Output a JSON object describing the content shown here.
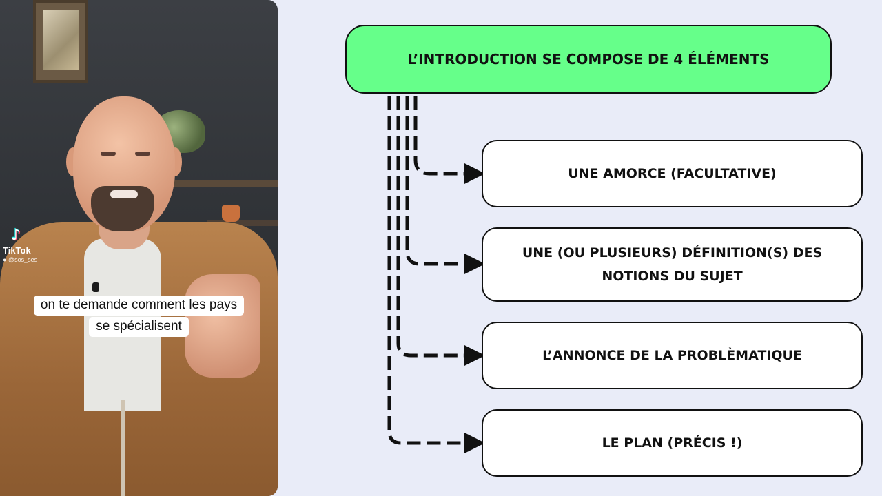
{
  "video": {
    "platform": "TikTok",
    "handle": "@sos_ses",
    "caption_line1": "on te demande comment les pays",
    "caption_line2": "se spécialisent"
  },
  "diagram": {
    "title": "L’introduction se compose de 4 éléments",
    "items": [
      "Une amorce (facultative)",
      "Une (ou plusieurs) définition(s) des notions du sujet",
      "L’annonce de la problèmatique",
      "Le plan (précis !)"
    ],
    "colors": {
      "title_fill": "#66ff8a",
      "box_fill": "#ffffff",
      "stroke": "#111111",
      "background": "#e9ecf8"
    }
  }
}
